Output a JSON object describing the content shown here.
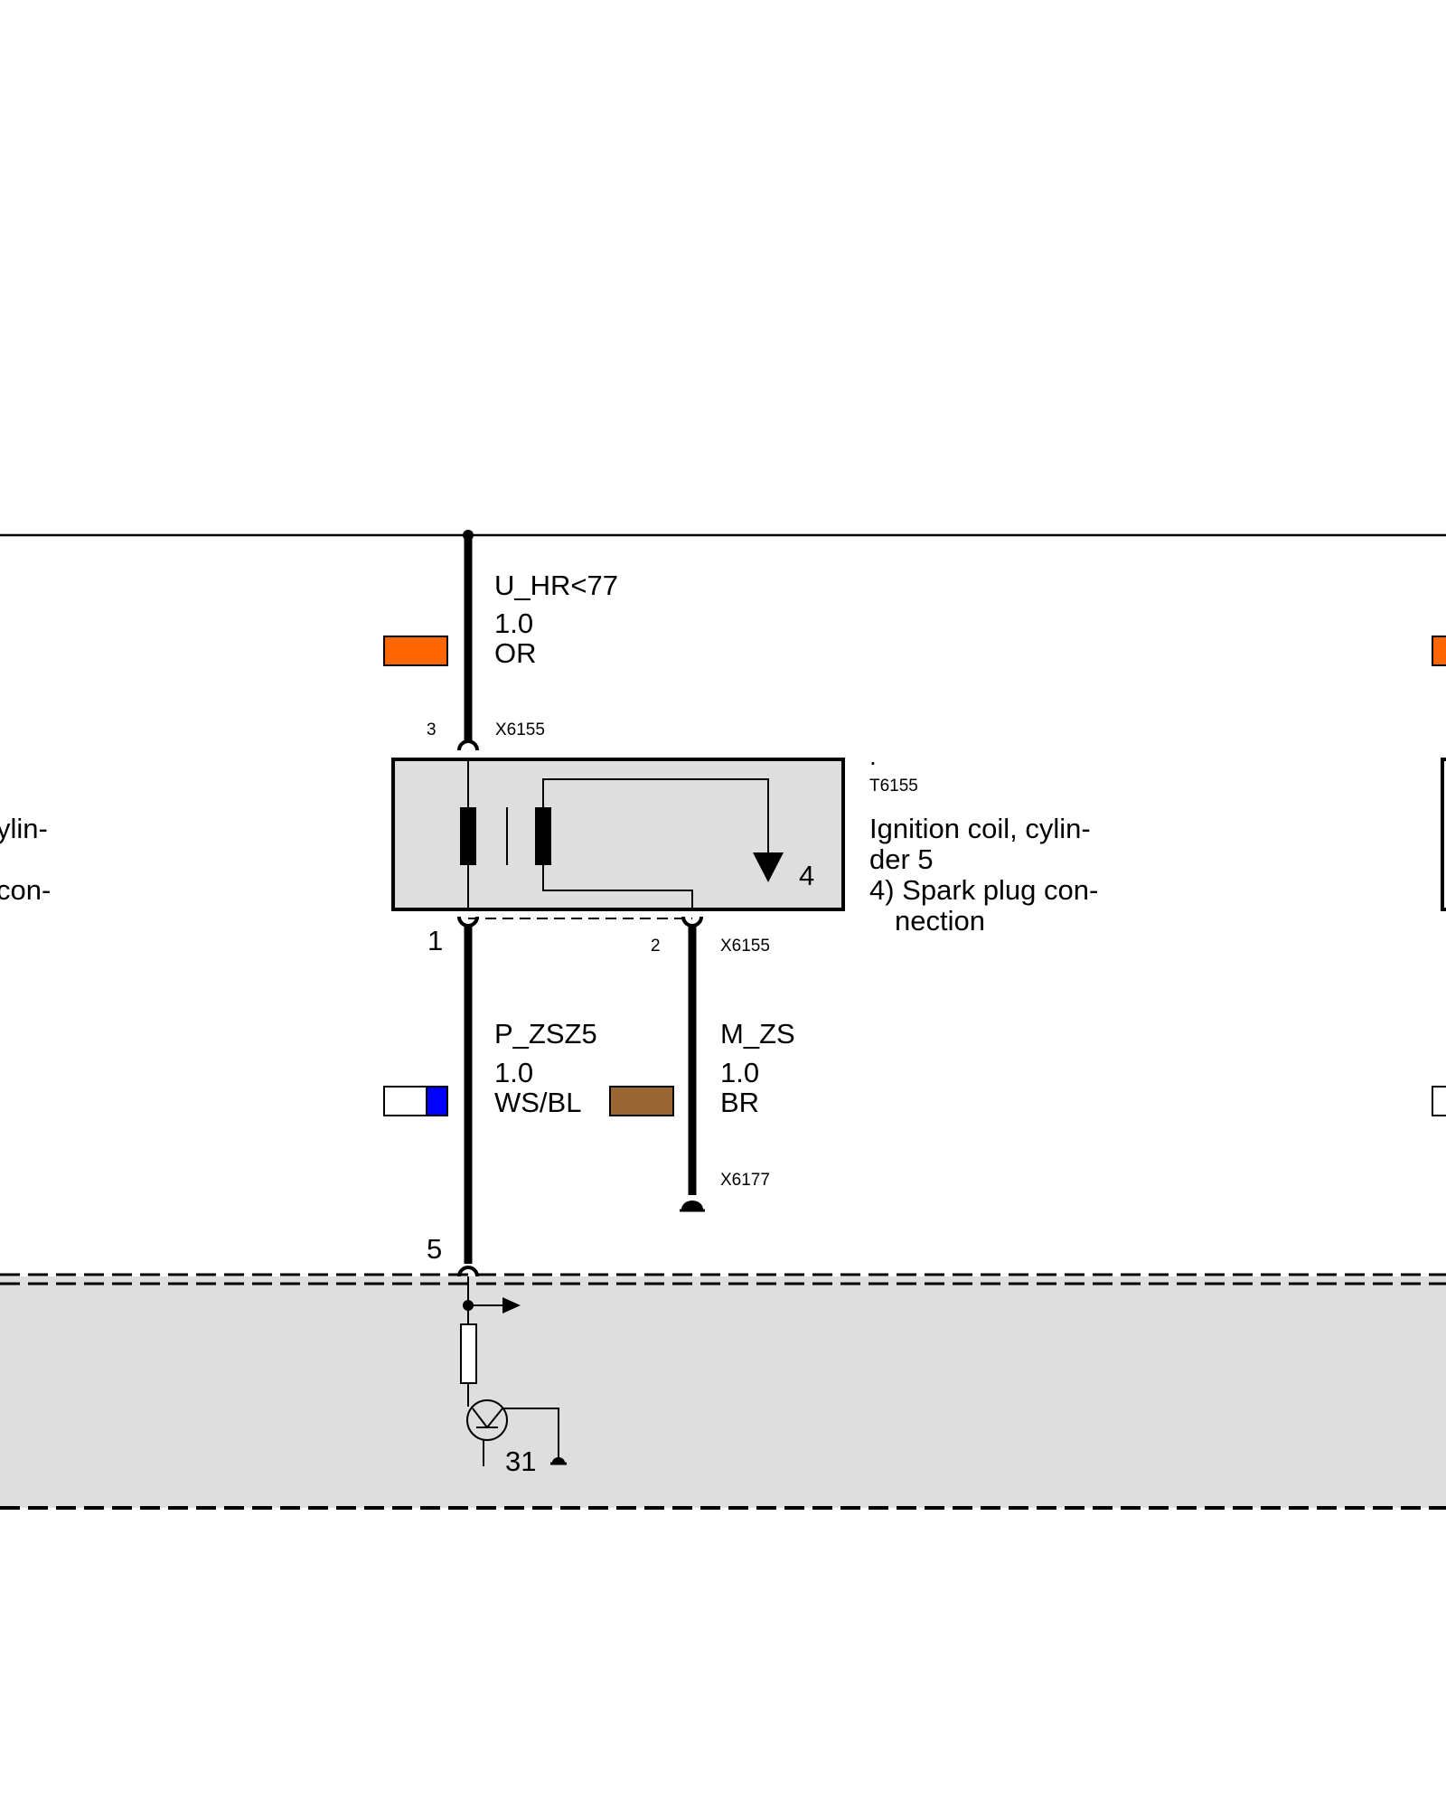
{
  "diagram": {
    "colors": {
      "line": "#000000",
      "component_fill": "#dedede",
      "control_unit_fill": "#dedede",
      "wire_or": "#ff6600",
      "wire_bl": "#0000ff",
      "wire_ws": "#ffffff",
      "wire_br": "#9a6633"
    },
    "supply_wire": {
      "signal": "U_HR<77",
      "cross_section": "1.0",
      "color_code": "OR"
    },
    "connector_top": {
      "pin": "3",
      "id": "X6155"
    },
    "component": {
      "dot": ".",
      "id": "T6155",
      "description_lines": [
        "Ignition coil, cylin-",
        "der 5",
        "4) Spark plug con-",
        "nection"
      ],
      "internal_pin": "4"
    },
    "connector_bottom": {
      "pin_left": "1",
      "pin_right": "2",
      "id": "X6155"
    },
    "wire_left": {
      "signal": "P_ZSZ5",
      "cross_section": "1.0",
      "color_code": "WS/BL"
    },
    "wire_right": {
      "signal": "M_ZS",
      "cross_section": "1.0",
      "color_code": "BR"
    },
    "ground_point": {
      "id": "X6177"
    },
    "control_unit": {
      "pin": "5",
      "ground_label": "31"
    },
    "neighbor_left_partial": [
      "ylin-",
      "con-"
    ]
  }
}
